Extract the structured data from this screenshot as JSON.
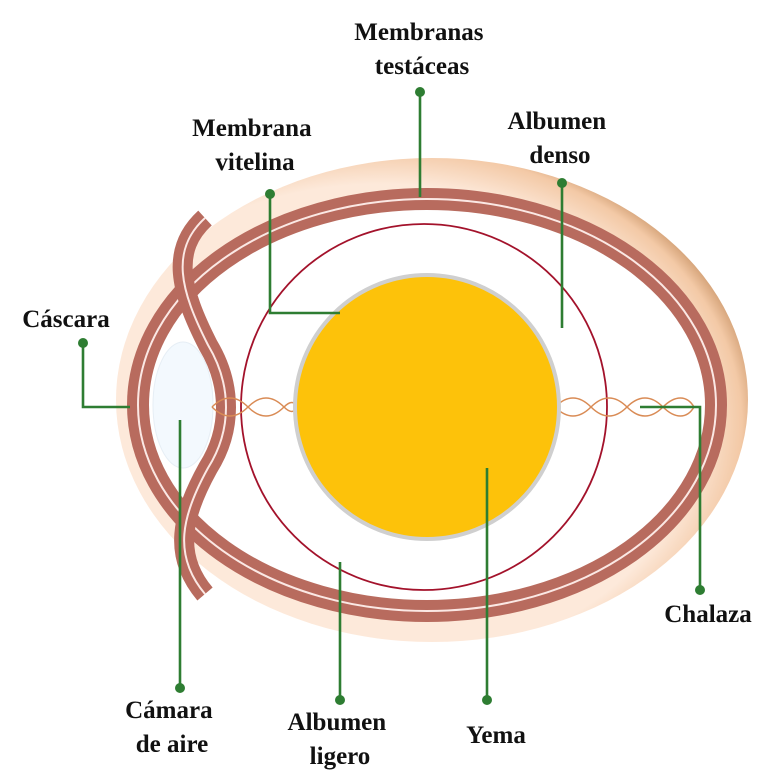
{
  "diagram": {
    "labels": {
      "membranas_testaceas": [
        "Membranas",
        "testáceas"
      ],
      "membrana_vitelina": [
        "Membrana",
        "vitelina"
      ],
      "albumen_denso": [
        "Albumen",
        "denso"
      ],
      "cascara": "Cáscara",
      "chalaza": "Chalaza",
      "camara_de_aire": [
        "Cámara",
        "de aire"
      ],
      "albumen_ligero": [
        "Albumen",
        "ligero"
      ],
      "yema": "Yema"
    },
    "colors": {
      "shell_outer": "#f3c9a6",
      "shell_inner_edge": "#fde9da",
      "membrane": "#b86b5e",
      "membrane_line": "#fbe8e4",
      "air_cell": "#f3f9fe",
      "yolk": "#fdc20a",
      "yolk_border": "#cfcfcf",
      "dense_albumen_outline": "#a3122b",
      "leader": "#2e7d32"
    }
  }
}
